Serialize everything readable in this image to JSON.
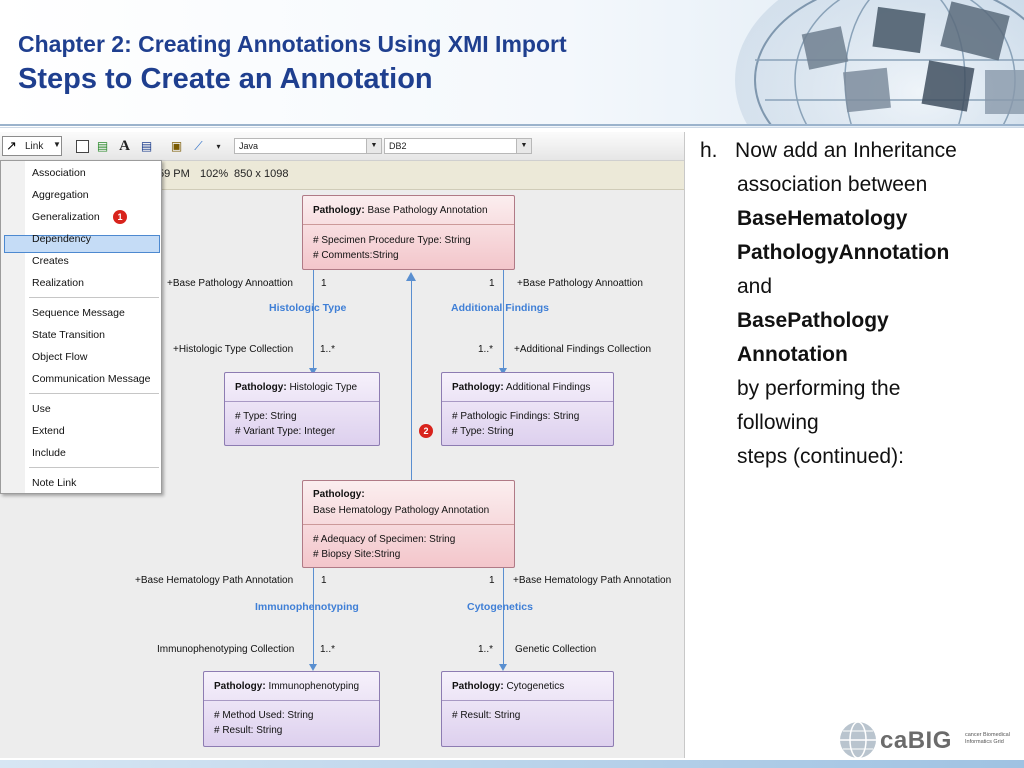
{
  "header": {
    "chapter": "Chapter 2: Creating Annotations Using XMI Import",
    "title": "Steps to Create an Annotation"
  },
  "toolbar": {
    "link_label": "Link",
    "language": "Java",
    "database": "DB2"
  },
  "status": {
    "time": "59 PM",
    "zoom": "102%",
    "size": "850 x 1098"
  },
  "menu": {
    "items": [
      "Association",
      "Aggregation",
      "Generalization",
      "Dependency",
      "Creates",
      "Realization",
      "Sequence Message",
      "State Transition",
      "Object Flow",
      "Communication Message",
      "Use",
      "Extend",
      "Include",
      "Note Link"
    ],
    "selected": "Generalization",
    "badge1": "1"
  },
  "diagram": {
    "badge2": "2",
    "classes": {
      "base": {
        "stereo": "Pathology:",
        "name": "Base Pathology Annotation",
        "attrs": [
          "# Specimen Procedure Type: String",
          "# Comments:String"
        ]
      },
      "histologic": {
        "stereo": "Pathology:",
        "name": "Histologic Type",
        "attrs": [
          "# Type: String",
          "# Variant Type: Integer"
        ]
      },
      "additional": {
        "stereo": "Pathology:",
        "name": "Additional Findings",
        "attrs": [
          "# Pathologic Findings: String",
          "# Type: String"
        ]
      },
      "hematology": {
        "stereo": "Pathology:",
        "name": "Base Hematology Pathology Annotation",
        "attrs": [
          "# Adequacy of Specimen: String",
          "# Biopsy Site:String"
        ]
      },
      "immuno": {
        "stereo": "Pathology:",
        "name": "Immunophenotyping",
        "attrs": [
          "# Method Used: String",
          "# Result: String"
        ]
      },
      "cyto": {
        "stereo": "Pathology:",
        "name": "Cytogenetics",
        "attrs": [
          "# Result: String"
        ]
      }
    },
    "labels": {
      "base_left": "+Base Pathology Annoattion",
      "base_right": "+Base Pathology Annoattion",
      "one_a": "1",
      "one_b": "1",
      "assoc_hist": "Histologic Type",
      "assoc_add": "Additional Findings",
      "hist_coll": "+Histologic Type Collection",
      "add_coll": "+Additional Findings Collection",
      "many_a": "1..*",
      "many_b": "1..*",
      "hem_left": "+Base Hematology Path Annotation",
      "hem_right": "+Base Hematology Path Annotation",
      "one_c": "1",
      "one_d": "1",
      "assoc_immuno": "Immunophenotyping",
      "assoc_cyto": "Cytogenetics",
      "immuno_coll": "Immunophenotyping Collection",
      "genetic_coll": "Genetic Collection",
      "many_c": "1..*",
      "many_d": "1..*"
    }
  },
  "instructions": {
    "marker": "h.",
    "line1": "Now add an Inheritance",
    "line2": "association between",
    "bold1": "BaseHematology",
    "bold2": "PathologyAnnotation",
    "and": "and",
    "bold3": "BasePathology",
    "bold4": "Annotation",
    "line3": "by performing the",
    "line4": "following",
    "line5": "steps (continued):"
  },
  "footer": {
    "logo": "caBIG",
    "tagline": "cancer Biomedical Informatics Grid"
  }
}
